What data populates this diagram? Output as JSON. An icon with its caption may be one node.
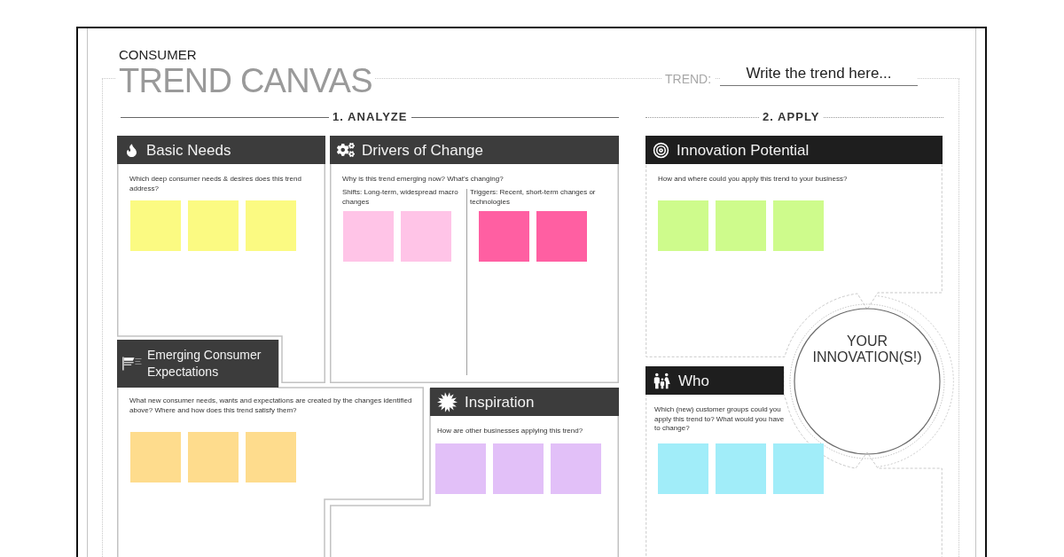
{
  "diagram": {
    "title": "TREND CANVAS",
    "nodes": [
      {
        "text": [
          "Basic Needs",
          "Which deep consumer needs & desires does this trend address?"
        ]
      },
      {
        "text": [],
        "shape": "box",
        "in": 0
      },
      {
        "text": [],
        "shape": "box",
        "in": 0
      },
      {
        "text": [],
        "shape": "box",
        "in": 0
      },
      {
        "text": [
          "Drivers of Change",
          "Why is this trend emerging now? What's changing?",
          "Shifts: Long-term, widespread macro changes",
          "Triggers: Recent, short-term changes or technologies"
        ]
      },
      {
        "text": [],
        "shape": "box",
        "in": 4
      },
      {
        "text": [],
        "shape": "box",
        "in": 4
      },
      {
        "text": [],
        "shape": "box",
        "in": 4
      },
      {
        "text": [],
        "shape": "box",
        "in": 4
      },
      {
        "text": [
          "Emerging Consumer Expectations",
          "What new consumer needs, wants and expectations are created by the changes identified above? Where and how does this trend satisfy them?"
        ]
      },
      {
        "text": [],
        "shape": "box",
        "in": 9
      },
      {
        "text": [],
        "shape": "box",
        "in": 9
      },
      {
        "text": [],
        "shape": "box",
        "in": 9
      },
      {
        "text": [
          "Inspiration",
          "How are other businesses applying this trend?"
        ]
      },
      {
        "text": [],
        "shape": "box",
        "in": 13
      },
      {
        "text": [],
        "shape": "box",
        "in": 13
      },
      {
        "text": [],
        "shape": "box",
        "in": 13
      },
      {
        "text": [
          "Innovation Potential",
          "How and where could you apply this trend to your business?"
        ]
      },
      {
        "text": [],
        "shape": "box",
        "in": 17
      },
      {
        "text": [],
        "shape": "box",
        "in": 17
      },
      {
        "text": [],
        "shape": "box",
        "in": 17
      },
      {
        "text": [
          "YOUR INNOVATION(S!)"
        ]
      },
      {
        "text": [
          "Who",
          "Which (new) customer groups could you apply this trend to? What would you have to change?"
        ]
      },
      {
        "text": [],
        "shape": "box",
        "in": 22
      },
      {
        "text": [],
        "shape": "box",
        "in": 22
      },
      {
        "text": [],
        "shape": "box",
        "in": 22
      }
    ],
    "labels": [
      "CONSUMER",
      "TREND:",
      "Write the trend here...",
      "1. ANALYZE",
      "2. APPLY"
    ]
  }
}
